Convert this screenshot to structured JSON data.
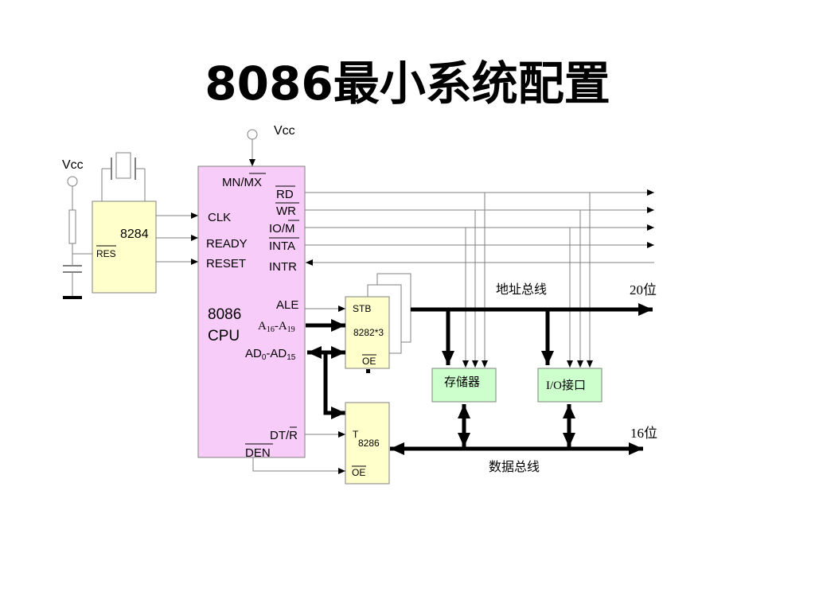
{
  "title": "8086最小系统配置",
  "vcc_label": "Vcc",
  "clock_chip": {
    "name": "8284",
    "pin_res": "RES"
  },
  "cpu": {
    "name_line1": "8086",
    "name_line2": "CPU",
    "pins": {
      "mnmx": "MN/MX",
      "rd": "RD",
      "wr": "WR",
      "iom": "IO/M",
      "inta": "INTA",
      "intr": "INTR",
      "clk": "CLK",
      "ready": "READY",
      "reset": "RESET",
      "ale": "ALE",
      "a_prefix": "A",
      "a_sub1": "16",
      "a_dash": "-A",
      "a_sub2": "19",
      "ad_prefix": "AD",
      "ad_sub1": "0",
      "ad_dash": "-AD",
      "ad_sub2": "15",
      "dtr": "DT/R",
      "den": "DEN"
    }
  },
  "latch": {
    "stb": "STB",
    "name": "8282*3",
    "oe": "OE"
  },
  "transceiver": {
    "t": "T",
    "name": "8286",
    "oe": "OE"
  },
  "memory": {
    "label": "存储器"
  },
  "io": {
    "label": "I/O接口"
  },
  "address_bus": {
    "label": "地址总线",
    "width": "20位"
  },
  "data_bus": {
    "label": "数据总线",
    "width": "16位"
  },
  "colors": {
    "cpu_fill": "#F8CCF8",
    "chip_fill": "#FFFFCC",
    "module_fill": "#CCFFCC",
    "line": "#808080",
    "bus": "#000000"
  }
}
